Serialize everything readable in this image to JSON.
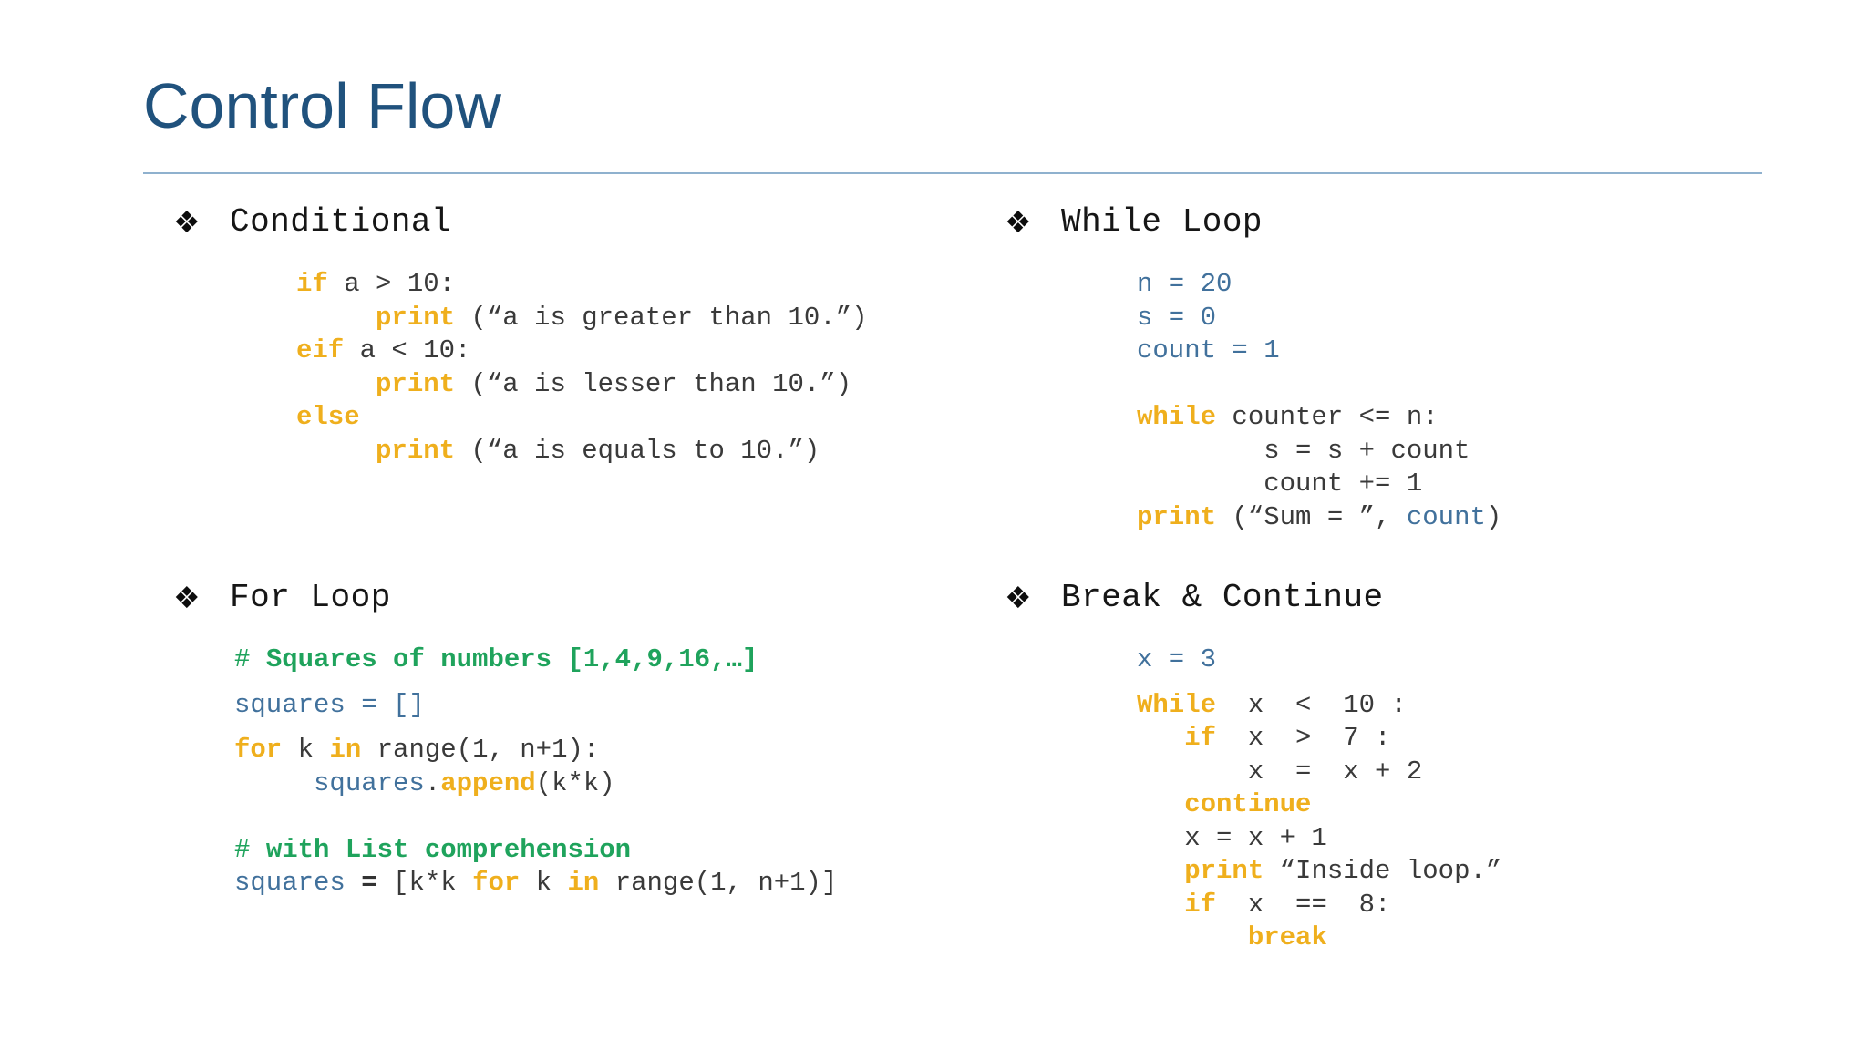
{
  "slide": {
    "title": "Control Flow",
    "bullet_glyph": "❖"
  },
  "colors": {
    "background": "#FFFFFF",
    "title_blue": "#20527D",
    "divider_blue": "#8FB1CE",
    "keyword_yellow": "#EFAF1D",
    "variable_blue": "#41719C",
    "comment_green": "#1FA35C",
    "code_gray": "#3A3A3A",
    "header_black": "#161616"
  },
  "sections": [
    {
      "title": "Conditional",
      "code": [
        {
          "tokens": [
            {
              "c": "kw",
              "t": "if"
            },
            {
              "c": "pl",
              "t": " a > 10:"
            }
          ]
        },
        {
          "tokens": [
            {
              "c": "pl",
              "t": "     "
            },
            {
              "c": "kw",
              "t": "print"
            },
            {
              "c": "pl",
              "t": " (“a is greater than 10.”)"
            }
          ]
        },
        {
          "tokens": [
            {
              "c": "kw",
              "t": "eif"
            },
            {
              "c": "pl",
              "t": " a < 10:"
            }
          ]
        },
        {
          "tokens": [
            {
              "c": "pl",
              "t": "     "
            },
            {
              "c": "kw",
              "t": "print"
            },
            {
              "c": "pl",
              "t": " (“a is lesser than 10.”)"
            }
          ]
        },
        {
          "tokens": [
            {
              "c": "kw",
              "t": "else"
            }
          ]
        },
        {
          "tokens": [
            {
              "c": "pl",
              "t": "     "
            },
            {
              "c": "kw",
              "t": "print"
            },
            {
              "c": "pl",
              "t": " (“a is equals to 10.”)"
            }
          ]
        }
      ]
    },
    {
      "title": "While Loop",
      "code": [
        {
          "tokens": [
            {
              "c": "var",
              "t": "n = 20"
            }
          ]
        },
        {
          "tokens": [
            {
              "c": "var",
              "t": "s = 0"
            }
          ]
        },
        {
          "tokens": [
            {
              "c": "var",
              "t": "count = 1"
            }
          ]
        },
        {
          "tokens": []
        },
        {
          "tokens": [
            {
              "c": "kw",
              "t": "while"
            },
            {
              "c": "pl",
              "t": " counter <= n:"
            }
          ]
        },
        {
          "tokens": [
            {
              "c": "pl",
              "t": "        s = s + count"
            }
          ]
        },
        {
          "tokens": [
            {
              "c": "pl",
              "t": "        count += 1"
            }
          ]
        },
        {
          "tokens": [
            {
              "c": "kw",
              "t": "print"
            },
            {
              "c": "pl",
              "t": " (“Sum = ”, "
            },
            {
              "c": "var",
              "t": "count"
            },
            {
              "c": "pl",
              "t": ")"
            }
          ]
        }
      ]
    },
    {
      "title": "For Loop",
      "code": [
        {
          "tokens": [
            {
              "c": "cm",
              "t": "# "
            },
            {
              "c": "cmb",
              "t": "Squares of numbers [1,4,9,16,…]"
            }
          ]
        },
        {
          "gap": true,
          "tokens": [
            {
              "c": "var",
              "t": "squares = []"
            }
          ]
        },
        {
          "gap": true,
          "tokens": [
            {
              "c": "kw",
              "t": "for"
            },
            {
              "c": "pl",
              "t": " k "
            },
            {
              "c": "kw",
              "t": "in"
            },
            {
              "c": "pl",
              "t": " range(1, n+1):"
            }
          ]
        },
        {
          "tokens": [
            {
              "c": "pl",
              "t": "     "
            },
            {
              "c": "var",
              "t": "squares"
            },
            {
              "c": "pl",
              "t": "."
            },
            {
              "c": "kw",
              "t": "append"
            },
            {
              "c": "pl",
              "t": "(k*k)"
            }
          ]
        },
        {
          "tokens": []
        },
        {
          "tokens": [
            {
              "c": "cm",
              "t": "# "
            },
            {
              "c": "cmb",
              "t": "with List comprehension"
            }
          ]
        },
        {
          "tokens": [
            {
              "c": "var",
              "t": "squares"
            },
            {
              "c": "pl",
              "t": " "
            },
            {
              "c": "pb",
              "t": "="
            },
            {
              "c": "pl",
              "t": " [k*k "
            },
            {
              "c": "kw",
              "t": "for"
            },
            {
              "c": "pl",
              "t": " k "
            },
            {
              "c": "kw",
              "t": "in"
            },
            {
              "c": "pl",
              "t": " range(1, n+1)]"
            }
          ]
        }
      ]
    },
    {
      "title": "Break & Continue",
      "code": [
        {
          "tokens": [
            {
              "c": "var",
              "t": "x = 3"
            }
          ]
        },
        {
          "gap": true,
          "tokens": [
            {
              "c": "kw",
              "t": "While"
            },
            {
              "c": "pl",
              "t": "  x  <  10 :"
            }
          ]
        },
        {
          "tokens": [
            {
              "c": "pl",
              "t": "   "
            },
            {
              "c": "kw",
              "t": "if"
            },
            {
              "c": "pl",
              "t": "  x  >  7 :"
            }
          ]
        },
        {
          "tokens": [
            {
              "c": "pl",
              "t": "       x  =  x + 2"
            }
          ]
        },
        {
          "tokens": [
            {
              "c": "pl",
              "t": "   "
            },
            {
              "c": "kw",
              "t": "continue"
            }
          ]
        },
        {
          "tokens": [
            {
              "c": "pl",
              "t": "   x = x + 1"
            }
          ]
        },
        {
          "tokens": [
            {
              "c": "pl",
              "t": "   "
            },
            {
              "c": "kw",
              "t": "print"
            },
            {
              "c": "pl",
              "t": " “Inside loop.”"
            }
          ]
        },
        {
          "tokens": [
            {
              "c": "pl",
              "t": "   "
            },
            {
              "c": "kw",
              "t": "if"
            },
            {
              "c": "pl",
              "t": "  x  ==  8:"
            }
          ]
        },
        {
          "tokens": [
            {
              "c": "pl",
              "t": "       "
            },
            {
              "c": "kw",
              "t": "break"
            }
          ]
        }
      ]
    }
  ]
}
